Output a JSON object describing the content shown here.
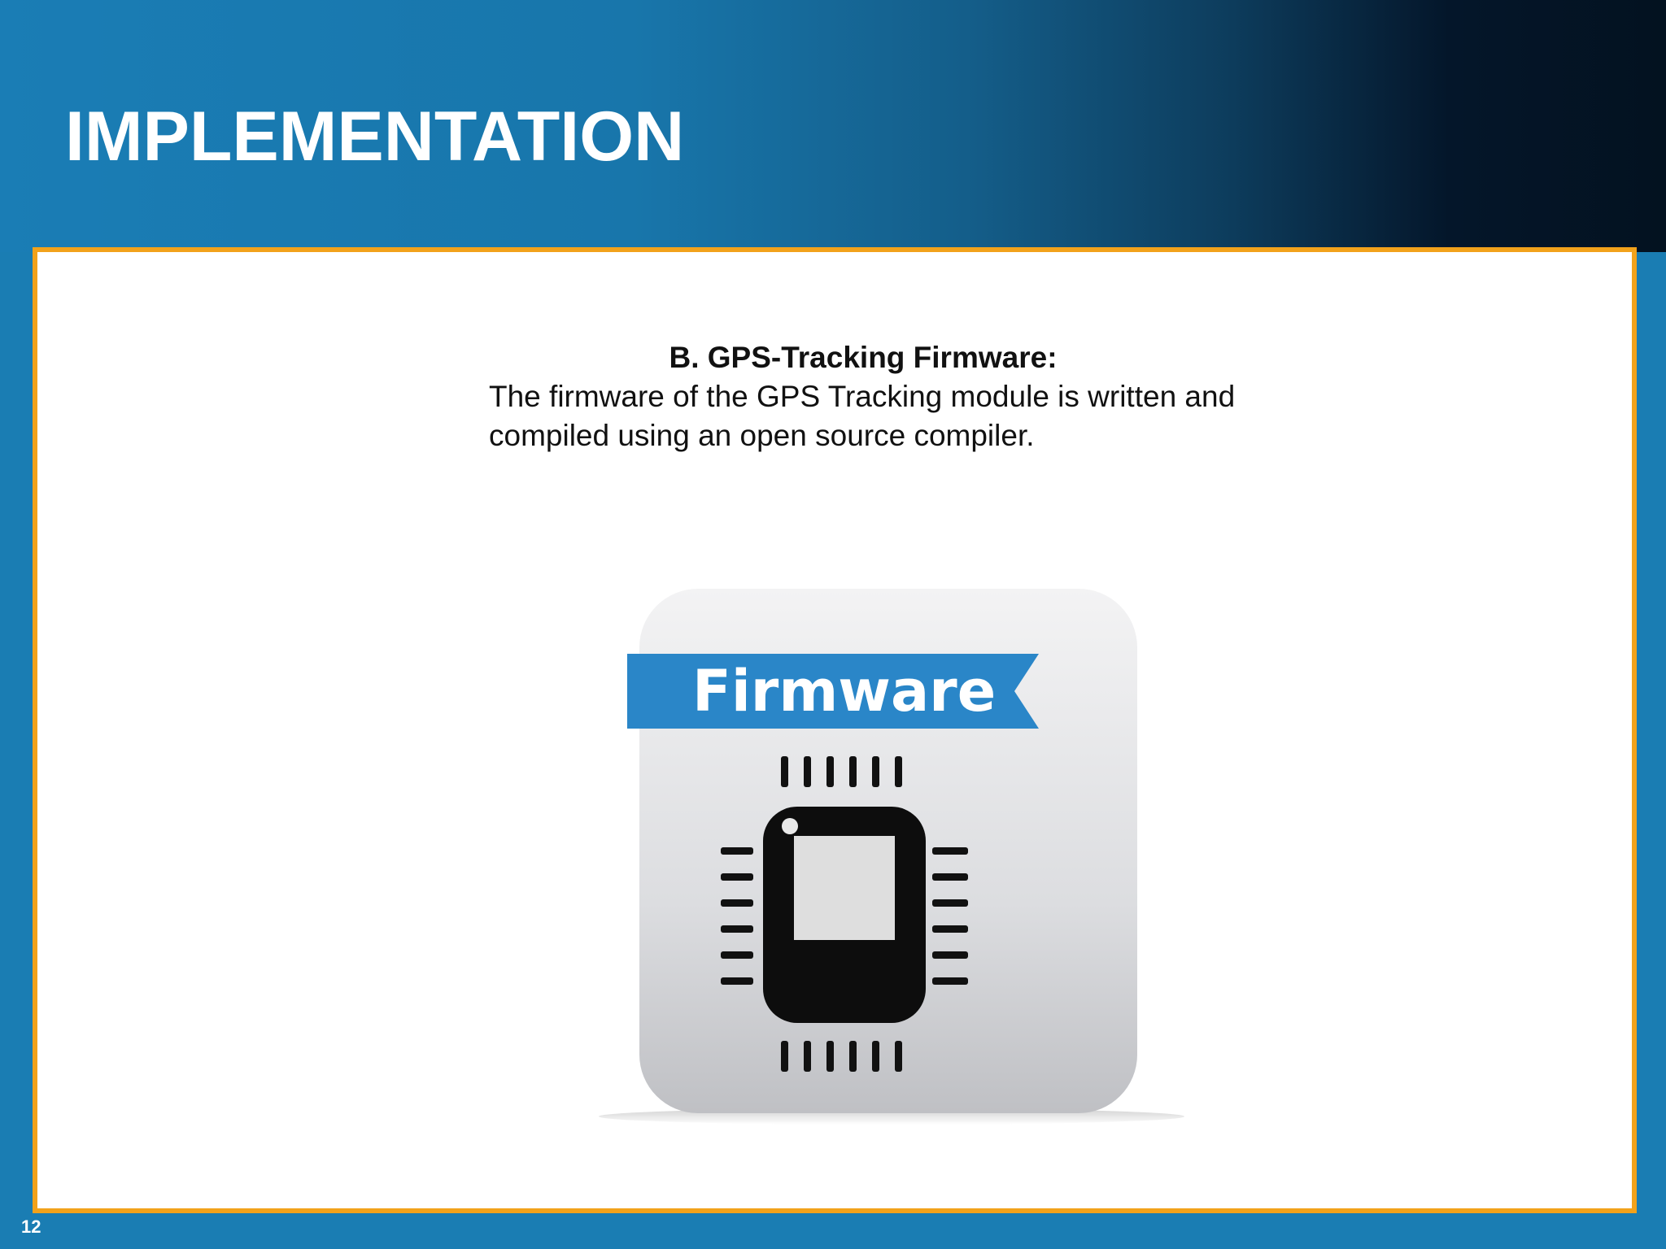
{
  "slide": {
    "title": "IMPLEMENTATION",
    "page_number": "12"
  },
  "content": {
    "heading": "B. GPS-Tracking Firmware:",
    "body": "The firmware of the GPS Tracking module is written and compiled using an open source compiler."
  },
  "illustration": {
    "icon": "firmware-chip-icon",
    "banner_label": "Firmware"
  },
  "colors": {
    "accent_border": "#f2a21b",
    "background_blue": "#1a7db3",
    "banner_blue": "#2a86c8"
  }
}
